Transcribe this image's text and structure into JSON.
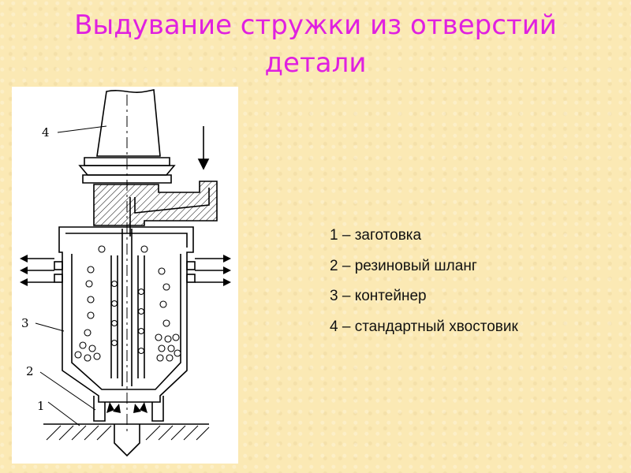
{
  "title_line1": "Выдувание стружки из отверстий",
  "title_line2": "детали",
  "figure_labels": [
    "4",
    "3",
    "2",
    "1"
  ],
  "legend": [
    "1 – заготовка",
    "2 – резиновый шланг",
    "3 – контейнер",
    "4 – стандартный хвостовик"
  ],
  "colors": {
    "title": "#e020e0",
    "background": "#fbe9b4",
    "lines": "#000000"
  }
}
